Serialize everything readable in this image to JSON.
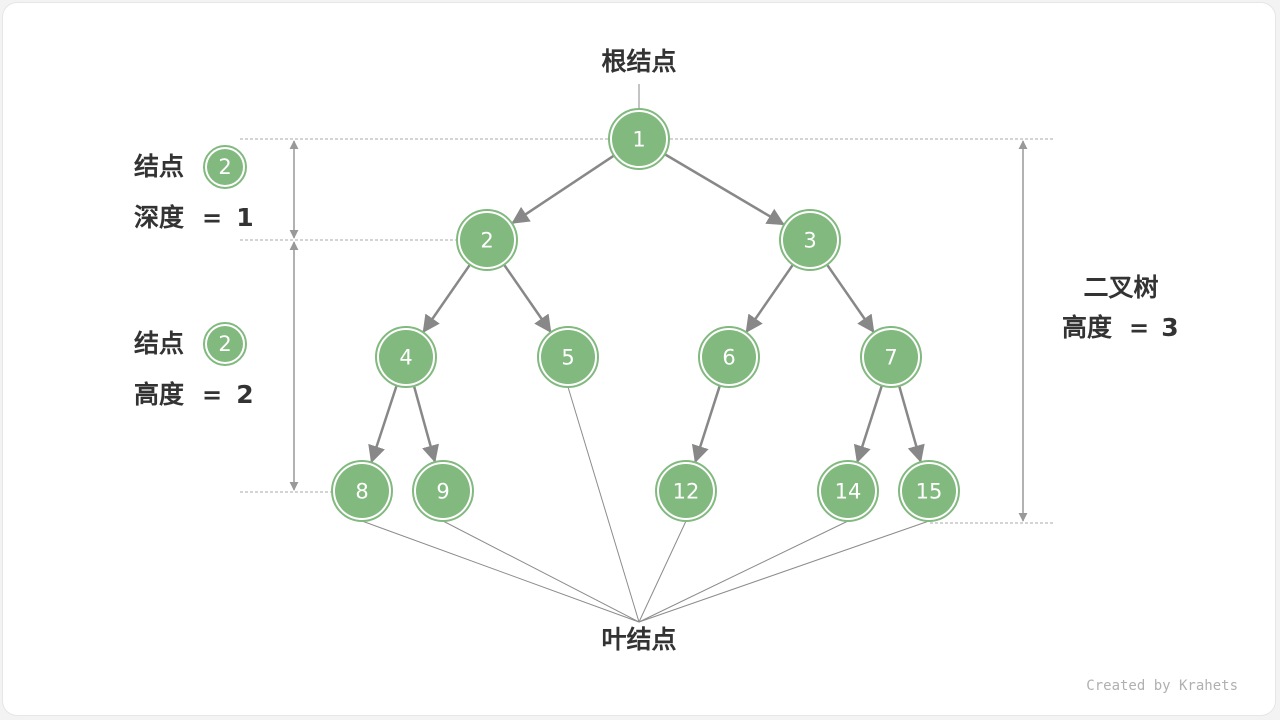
{
  "labels": {
    "root": "根结点",
    "leaf": "叶结点",
    "node_word": "结点",
    "depth_word": "深度",
    "height_word": "高度",
    "equals": "=",
    "depth_value": "1",
    "height_value": "2",
    "tree_title": "二叉树",
    "tree_height_value": "3",
    "credit": "Created by Krahets"
  },
  "legend_nodes": [
    "2",
    "2"
  ],
  "colors": {
    "node_fill": "#82b97f",
    "node_ring": "#5f9f5c",
    "edge": "#888888",
    "guide": "#999999",
    "text": "#333333"
  },
  "tree": {
    "nodes": [
      {
        "id": "n1",
        "label": "1"
      },
      {
        "id": "n2",
        "label": "2"
      },
      {
        "id": "n3",
        "label": "3"
      },
      {
        "id": "n4",
        "label": "4"
      },
      {
        "id": "n5",
        "label": "5"
      },
      {
        "id": "n6",
        "label": "6"
      },
      {
        "id": "n7",
        "label": "7"
      },
      {
        "id": "n8",
        "label": "8"
      },
      {
        "id": "n9",
        "label": "9"
      },
      {
        "id": "n12",
        "label": "12"
      },
      {
        "id": "n14",
        "label": "14"
      },
      {
        "id": "n15",
        "label": "15"
      }
    ],
    "edges": [
      [
        "n1",
        "n2"
      ],
      [
        "n1",
        "n3"
      ],
      [
        "n2",
        "n4"
      ],
      [
        "n2",
        "n5"
      ],
      [
        "n3",
        "n6"
      ],
      [
        "n3",
        "n7"
      ],
      [
        "n4",
        "n8"
      ],
      [
        "n4",
        "n9"
      ],
      [
        "n6",
        "n12"
      ],
      [
        "n7",
        "n14"
      ],
      [
        "n7",
        "n15"
      ]
    ],
    "leaves": [
      "n8",
      "n9",
      "n5",
      "n12",
      "n14",
      "n15"
    ]
  }
}
